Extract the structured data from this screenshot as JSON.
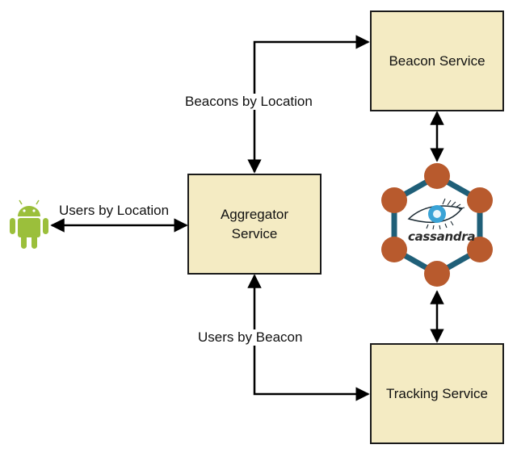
{
  "diagram": {
    "nodes": {
      "beacon_service": {
        "label": "Beacon Service"
      },
      "tracking_service": {
        "label": "Tracking Service"
      },
      "aggregator_service": {
        "label_line1": "Aggregator",
        "label_line2": "Service"
      },
      "database": {
        "label": "cassandra",
        "icon": "cassandra-eye-logo",
        "ring_node_count": 6
      },
      "client": {
        "icon": "android-robot"
      }
    },
    "edges": [
      {
        "from": "client",
        "to": "aggregator_service",
        "label": "Users by Location",
        "direction": "bidirectional"
      },
      {
        "from": "aggregator_service",
        "to": "beacon_service",
        "label": "Beacons by Location",
        "direction": "bidirectional"
      },
      {
        "from": "aggregator_service",
        "to": "tracking_service",
        "label": "Users by Beacon",
        "direction": "bidirectional"
      },
      {
        "from": "beacon_service",
        "to": "database",
        "label": "",
        "direction": "bidirectional"
      },
      {
        "from": "database",
        "to": "tracking_service",
        "label": "",
        "direction": "bidirectional"
      }
    ],
    "colors": {
      "box_fill": "#f4ebc3",
      "ring_node": "#b85a2d",
      "ring_segment": "#1f5f78",
      "android_green": "#9bbf3b",
      "eye_blue": "#3aa3d6"
    }
  }
}
